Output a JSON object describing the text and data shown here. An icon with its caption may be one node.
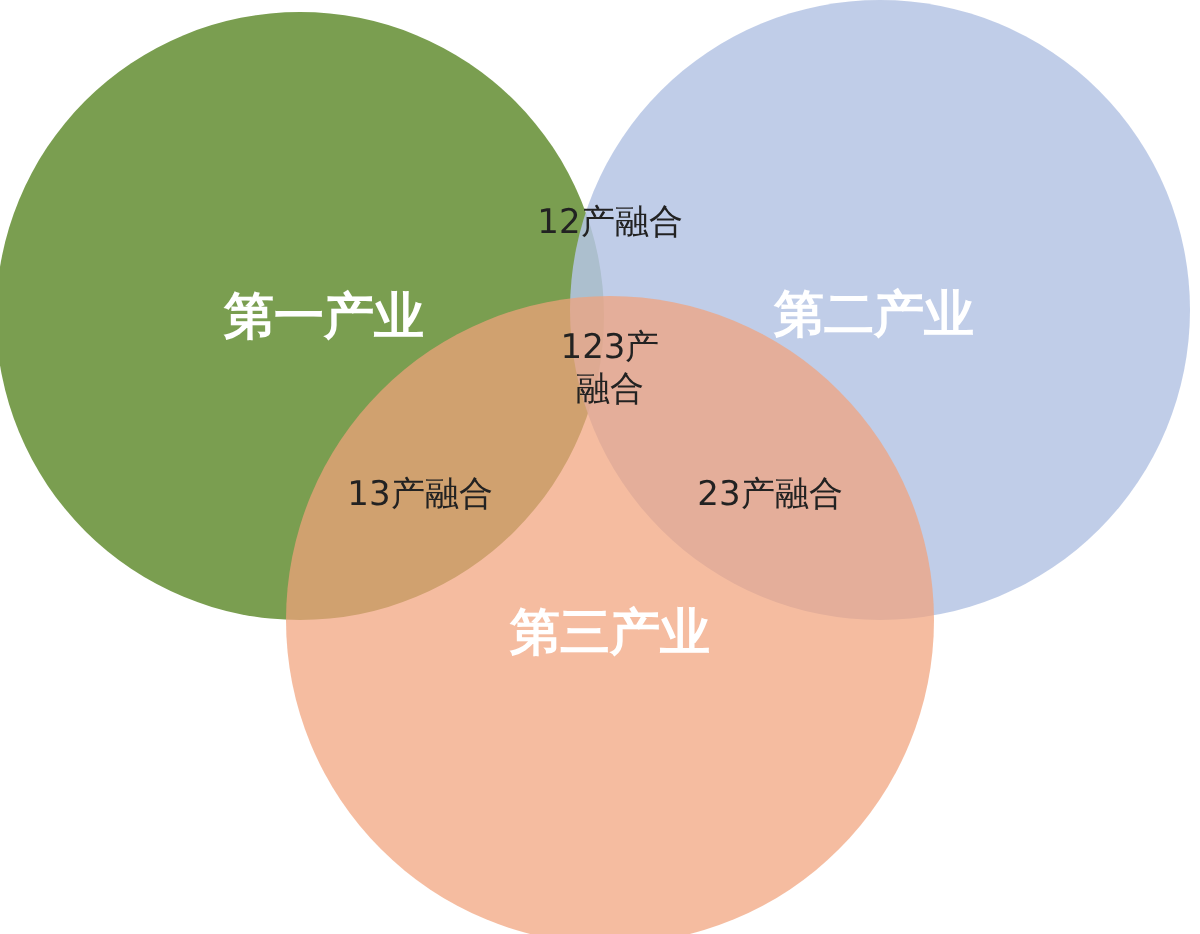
{
  "diagram": {
    "nodes": [
      {
        "text": [
          "第一产业"
        ]
      },
      {
        "text": [
          "第二产业"
        ]
      },
      {
        "text": [
          "第三产业"
        ]
      }
    ],
    "labels": [
      "12产融合",
      "123产融合",
      "13产融合",
      "23产融合"
    ]
  }
}
